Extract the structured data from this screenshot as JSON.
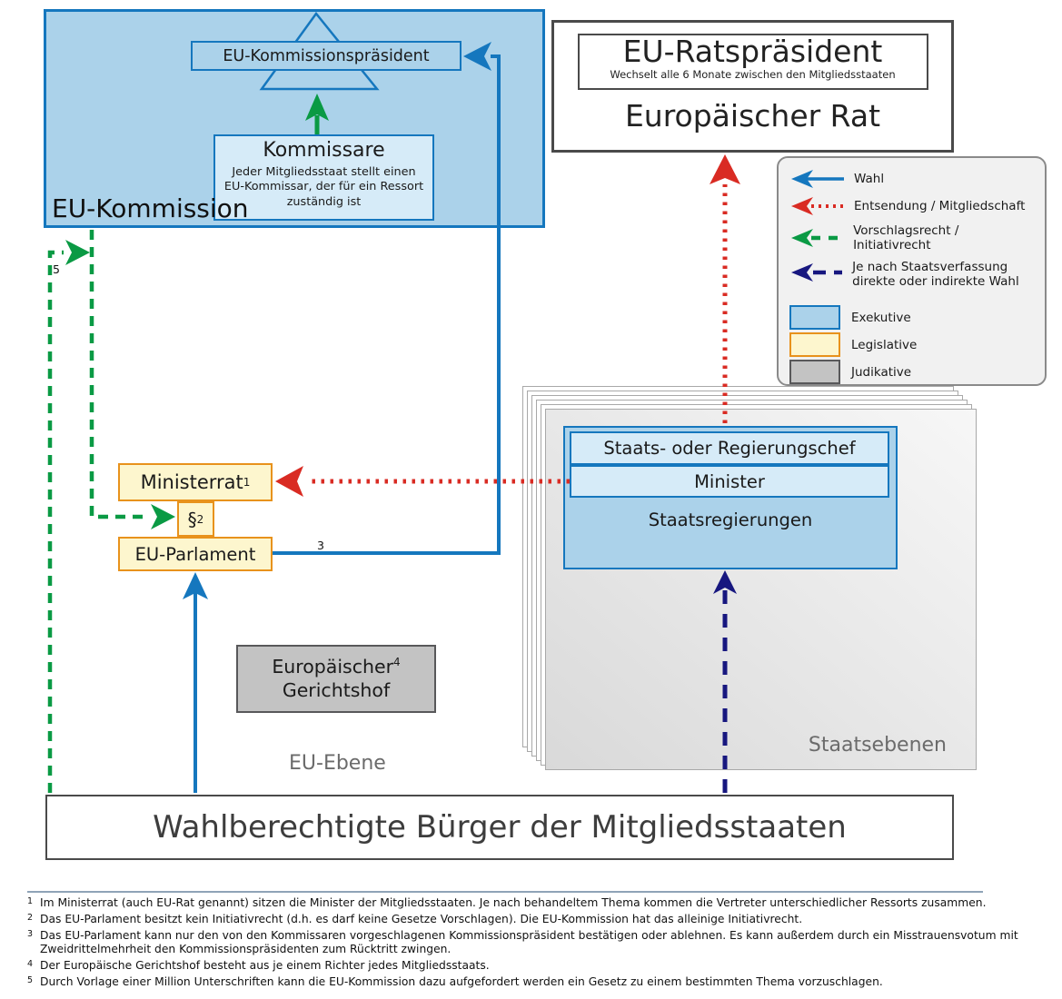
{
  "diagram": {
    "eu_kommission": {
      "label": "EU-Kommission",
      "praesident_label": "EU-Kommissionspräsident",
      "kommissare_title": "Kommissare",
      "kommissare_note": "Jeder Mitgliedsstaat stellt einen EU-Kommissar, der für ein Ressort zuständig ist"
    },
    "europaeischer_rat": {
      "label": "Europäischer Rat",
      "praesident_label": "EU-Ratspräsident",
      "praesident_note": "Wechselt alle 6 Monate zwischen den Mitgliedsstaaten"
    },
    "ministerrat": {
      "label": "Ministerrat",
      "ref": "1"
    },
    "paragraph": {
      "label": "§",
      "ref": "2"
    },
    "parlament": {
      "label": "EU-Parlament"
    },
    "gerichtshof": {
      "line1": "Europäischer",
      "ref": "4",
      "line2": "Gerichtshof"
    },
    "staaten": {
      "panel_label": "Staatsebenen",
      "chef_label": "Staats- oder Regierungschef",
      "minister_label": "Minister",
      "regierungen_label": "Staatsregierungen"
    },
    "buerger_label": "Wahlberechtigte Bürger der Mitgliedsstaaten",
    "eu_ebene_label": "EU-Ebene",
    "edge_labels": {
      "parlament_wahl": "3",
      "buerger_initiative": "5"
    }
  },
  "legend": {
    "arrows": [
      {
        "name": "wahl",
        "label": "Wahl",
        "color": "#1577be",
        "style": "solid"
      },
      {
        "name": "entsendung",
        "label": "Entsendung / Mitgliedschaft",
        "color": "#d92b23",
        "style": "dotted"
      },
      {
        "name": "vorschlagsrecht",
        "label": "Vorschlagsrecht / Initiativrecht",
        "color": "#0a9a44",
        "style": "dashed"
      },
      {
        "name": "staatsverfassung",
        "label": "Je nach Staatsverfassung direkte oder indirekte Wahl",
        "color": "#17177f",
        "style": "long-dash"
      }
    ],
    "swatches": [
      {
        "label": "Exekutive",
        "fill": "#abd2ea",
        "border": "#1577be"
      },
      {
        "label": "Legislative",
        "fill": "#fdf6ce",
        "border": "#e8921c"
      },
      {
        "label": "Judikative",
        "fill": "#c3c3c3",
        "border": "#58585a"
      }
    ]
  },
  "footnotes": [
    {
      "num": "1",
      "text": "Im Ministerrat (auch EU-Rat genannt) sitzen die Minister der Mitgliedsstaaten. Je nach behandeltem Thema kommen die Vertreter unterschiedlicher Ressorts zusammen."
    },
    {
      "num": "2",
      "text": "Das EU-Parlament besitzt kein Initiativrecht (d.h. es darf keine Gesetze Vorschlagen). Die EU-Kommission hat das alleinige Initiativrecht."
    },
    {
      "num": "3",
      "text": "Das EU-Parlament kann nur den von den Kommissaren vorgeschlagenen Kommissionspräsident bestätigen oder ablehnen. Es kann außerdem durch ein Misstrauensvotum mit Zweidrittelmehrheit den Kommissionspräsidenten zum Rücktritt zwingen."
    },
    {
      "num": "4",
      "text": "Der Europäische Gerichtshof besteht aus je einem Richter jedes Mitgliedsstaats."
    },
    {
      "num": "5",
      "text": "Durch Vorlage einer Million Unterschriften kann die EU-Kommission dazu aufgefordert werden ein Gesetz zu einem bestimmten Thema vorzuschlagen."
    }
  ],
  "colors": {
    "executive_fill": "#abd2ea",
    "executive_fill_light": "#d6ebf8",
    "executive_border": "#1577be",
    "legislative_fill": "#fdf6ce",
    "legislative_border": "#e8921c",
    "judicative_fill": "#c3c3c3",
    "judicative_border": "#58585a",
    "wahl_blue": "#1577be",
    "entsendung_red": "#d92b23",
    "vorschlag_green": "#0a9a44",
    "staatsverfassung_navy": "#17177f",
    "frame_dark": "#4a4a4a",
    "muted_text": "#6b6b6b"
  }
}
